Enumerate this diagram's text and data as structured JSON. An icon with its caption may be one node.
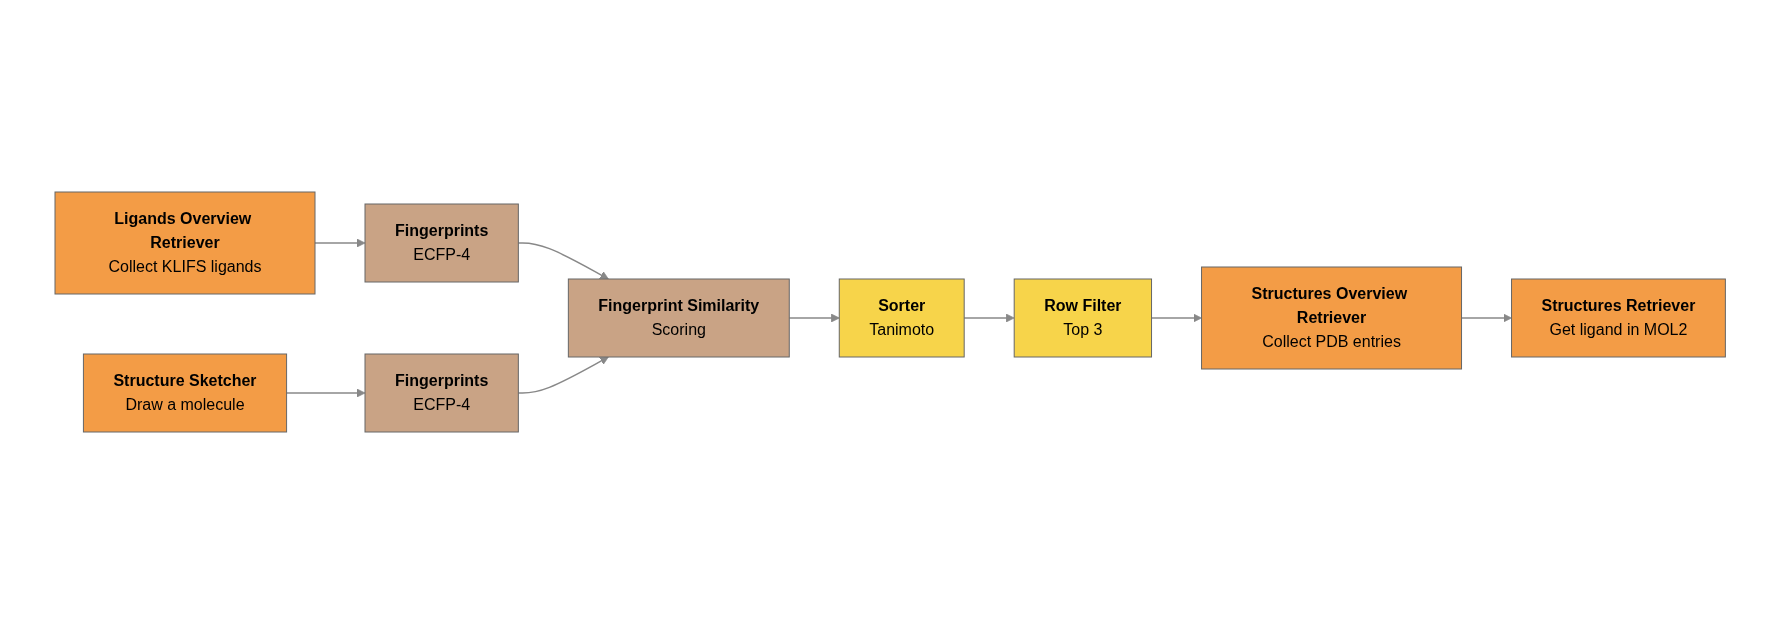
{
  "diagram": {
    "nodes": [
      {
        "text": [
          "Ligands Overview Retriever",
          "Collect KLIFS ligands"
        ]
      },
      {
        "text": [
          "Fingerprints",
          "ECFP-4"
        ]
      },
      {
        "text": [
          "Fingerprint Similarity",
          "Scoring"
        ]
      },
      {
        "text": [
          "Sorter",
          "Tanimoto"
        ]
      },
      {
        "text": [
          "Row Filter",
          "Top 3"
        ]
      },
      {
        "text": [
          "Structures Overview Retriever",
          "Collect PDB entries"
        ]
      },
      {
        "text": [
          "Structures Retriever",
          "Get ligand in MOL2"
        ]
      },
      {
        "text": [
          "Structure Sketcher",
          "Draw a molecule"
        ]
      },
      {
        "text": [
          "Fingerprints",
          "ECFP-4"
        ]
      }
    ],
    "edges": [
      {
        "from": 0,
        "to": 1,
        "arrow": "to"
      },
      {
        "from": 1,
        "to": 2,
        "arrow": "to"
      },
      {
        "from": 7,
        "to": 8,
        "arrow": "to"
      },
      {
        "from": 8,
        "to": 2,
        "arrow": "to"
      },
      {
        "from": 2,
        "to": 3,
        "arrow": "to"
      },
      {
        "from": 3,
        "to": 4,
        "arrow": "to"
      },
      {
        "from": 4,
        "to": 5,
        "arrow": "to"
      },
      {
        "from": 5,
        "to": 6,
        "arrow": "to"
      }
    ]
  }
}
